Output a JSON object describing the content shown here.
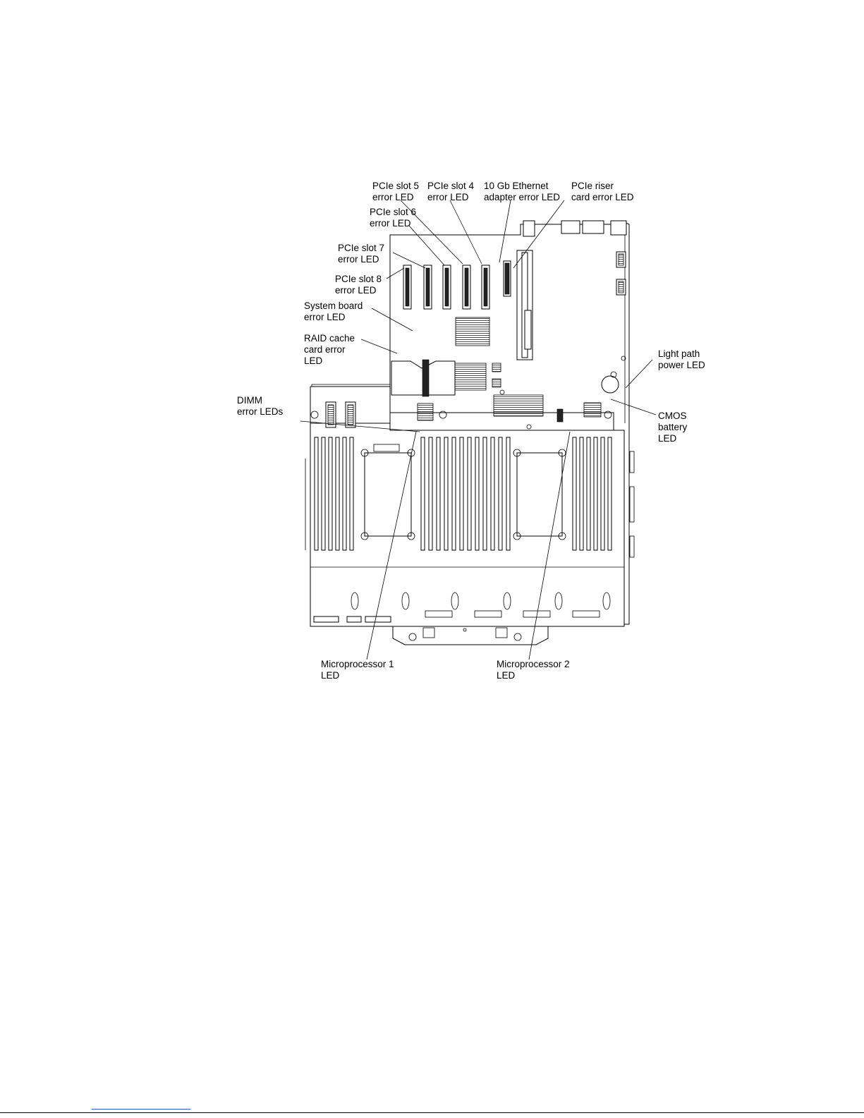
{
  "labels": {
    "pcie_slot5": [
      "PCIe slot 5",
      "error LED"
    ],
    "pcie_slot4": [
      "PCIe slot 4",
      "error LED"
    ],
    "ethernet_10gb": [
      "10 Gb Ethernet",
      "adapter error LED"
    ],
    "pcie_riser": [
      "PCIe riser",
      "card error LED"
    ],
    "pcie_slot6": [
      "PCIe slot 6",
      "error LED"
    ],
    "pcie_slot7": [
      "PCIe slot 7",
      "error LED"
    ],
    "pcie_slot8": [
      "PCIe slot 8",
      "error LED"
    ],
    "system_board": [
      "System board",
      "error LED"
    ],
    "raid_cache": [
      "RAID cache",
      "card error",
      "LED"
    ],
    "dimm": [
      "DIMM",
      "error LEDs"
    ],
    "light_path": [
      "Light path",
      "power LED"
    ],
    "cmos": [
      "CMOS",
      "battery",
      "LED"
    ],
    "micro1": [
      "Microprocessor 1",
      "LED"
    ],
    "micro2": [
      "Microprocessor 2",
      "LED"
    ]
  }
}
